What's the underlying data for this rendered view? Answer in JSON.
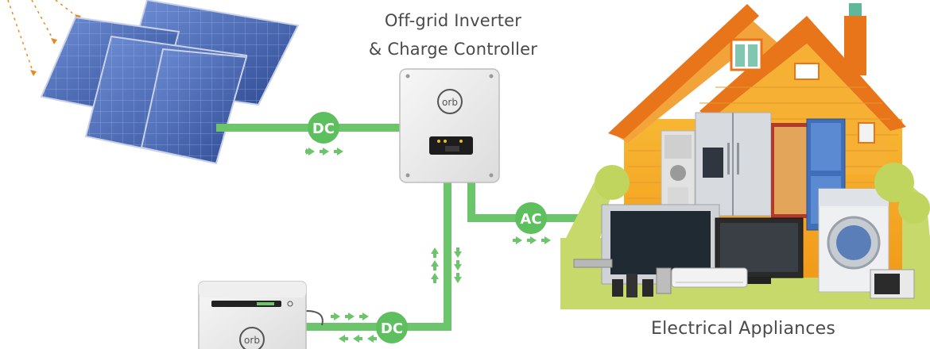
{
  "inverter": {
    "title_line1": "Off-grid Inverter",
    "title_line2": "& Charge Controller",
    "brand": "orb"
  },
  "battery": {
    "brand": "orb"
  },
  "links": {
    "solar_to_inverter": "DC",
    "inverter_to_appliances": "AC",
    "battery_to_inverter": "DC"
  },
  "appliances": {
    "caption": "Electrical Appliances"
  },
  "colors": {
    "cable_green": "#6cc56b",
    "badge_green": "#5dbf5e",
    "house_orange": "#f5a623",
    "roof_orange": "#e8751a",
    "panel_blue": "#3c5aa6",
    "grass_green": "#c6d96a"
  }
}
